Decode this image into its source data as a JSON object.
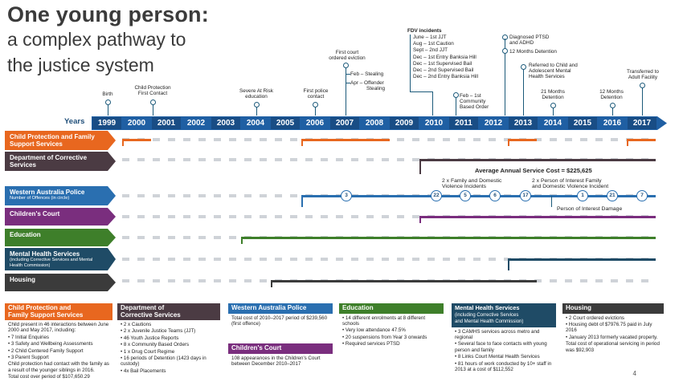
{
  "title": {
    "line1": "One young person:",
    "line2": "a complex pathway to",
    "line3": "the justice system"
  },
  "years_label": "Years",
  "years": [
    "1999",
    "2000",
    "2001",
    "2002",
    "2003",
    "2004",
    "2005",
    "2006",
    "2007",
    "2008",
    "2009",
    "2010",
    "2011",
    "2012",
    "2013",
    "2014",
    "2015",
    "2016",
    "2017"
  ],
  "events": {
    "birth": "Birth",
    "cp_first": [
      "Child Protection",
      "First Contact"
    ],
    "severe_risk": [
      "Severe At Risk",
      "education"
    ],
    "police_first": [
      "First police",
      "contact"
    ],
    "first_court": [
      "First court",
      "ordered eviction"
    ],
    "feb_stealing": "Feb – Stealing",
    "apr_offender": [
      "Apr – Offender",
      "Stealing"
    ],
    "fdv_title": "FDV incidents",
    "fdv_list": [
      "June – 1st JJT",
      "Aug – 1st Caution",
      "Sept – 2nd JJT",
      "Dec – 1st Entry Banksia Hill",
      "Dec – 1st Supervised Bail",
      "Dec – 2nd Supervised Bail",
      "Dec – 2nd Entry Banksia Hill"
    ],
    "feb_cbo": [
      "Feb – 1st",
      "Community",
      "Based Order"
    ],
    "ptsd": [
      "Diagnosed PTSD",
      "and ADHD"
    ],
    "twelve_months": "12 Months Detention",
    "referred": [
      "Referred to Child and",
      "Adolescent Mental",
      "Health Services"
    ],
    "twentyone": [
      "21 Months",
      "Detention"
    ],
    "twelve_b": [
      "12 Months",
      "Detention"
    ],
    "adult": [
      "Transferred to",
      "Adult Facility"
    ]
  },
  "rows": [
    {
      "name": "Child Protection and Family Support Services",
      "sub": "",
      "color": "#e8671f"
    },
    {
      "name": "Department of Corrective Services",
      "sub": "",
      "color": "#4b3b43"
    },
    {
      "name": "Western Australia Police",
      "sub": "Number of Offences (in circle)",
      "color": "#2a6fb0"
    },
    {
      "name": "Children's Court",
      "sub": "",
      "color": "#7a2e7e"
    },
    {
      "name": "Education",
      "sub": "",
      "color": "#3e7f2a"
    },
    {
      "name": "Mental Health Services",
      "sub": "(including Corrective Services and Mental Health Commission)",
      "color": "#1f4b66"
    },
    {
      "name": "Housing",
      "sub": "",
      "color": "#3b3b3b"
    }
  ],
  "annotations": {
    "avg_cost": "Average Annual Service Cost = $225,625",
    "fdv_incidents": [
      "2 x Family and Domestic",
      "Violence Incidents"
    ],
    "poi_incident": [
      "2 x Person of Interest Family",
      "and Domestic Violence Incident"
    ],
    "poi_damage": "Person of Interest Damage"
  },
  "offence_counts": [
    "3",
    "22",
    "5",
    "6",
    "17",
    "1",
    "21",
    "7"
  ],
  "boxes": {
    "cp": {
      "head": [
        "Child Protection and",
        "Family Support Services"
      ],
      "lines": [
        "Child present in 46 interactions between June 2000 and May 2017, including:",
        "• 7 Initial Enquiries",
        "• 3 Safety and Wellbeing Assessments",
        "• 2 Child Centered Family Support",
        "• 3 Parent Support",
        "Child protection had contact with the family as a result of the younger siblings in 2016.",
        "Total cost over period of $107,650.29"
      ]
    },
    "dcs": {
      "head": [
        "Department of",
        "Corrective Services"
      ],
      "lines": [
        "• 2 x Cautions",
        "• 2 x Juvenile Justice Teams (JJT)",
        "• 46 Youth Justice Reports",
        "• 8 x Community Based Orders",
        "• 1 x Drug Court Regime",
        "• 16 periods of Detention (1423 days in custody)",
        "• 4x Bail Placements"
      ]
    },
    "police": {
      "head": [
        "Western Australia Police"
      ],
      "lines": [
        "Total cost of 2010–2017 period of $239,560 (first offence)"
      ]
    },
    "court": {
      "head": [
        "Children's Court"
      ],
      "lines": [
        "108 appearances in the Children's Court between December 2010–2017"
      ]
    },
    "edu": {
      "head": [
        "Education"
      ],
      "lines": [
        "• 14 different enrolments at 8 different schools",
        "• Very low attendance 47.5%",
        "• 20 suspensions from Year 3 onwards",
        "• Required services PTSD"
      ]
    },
    "mh": {
      "head": [
        "Mental Health Services",
        "(including Corrective Services",
        "and Mental Health Commission)"
      ],
      "lines": [
        "• 3 CAMHS services across metro and regional",
        "• Several face to face contacts with young person and family",
        "• 8 Links Court Mental Health Services",
        "• 81 hours of work conducted by 10+ staff in 2013 at a cost of $112,552"
      ]
    },
    "housing": {
      "head": [
        "Housing"
      ],
      "lines": [
        "• 2 Court ordered evictions",
        "• Housing debt of $7976.75 paid in July 2016",
        "• January 2013 formerly vacated property.",
        "Total cost of operational servicing in period was $92,903"
      ]
    }
  },
  "page_number": "4"
}
